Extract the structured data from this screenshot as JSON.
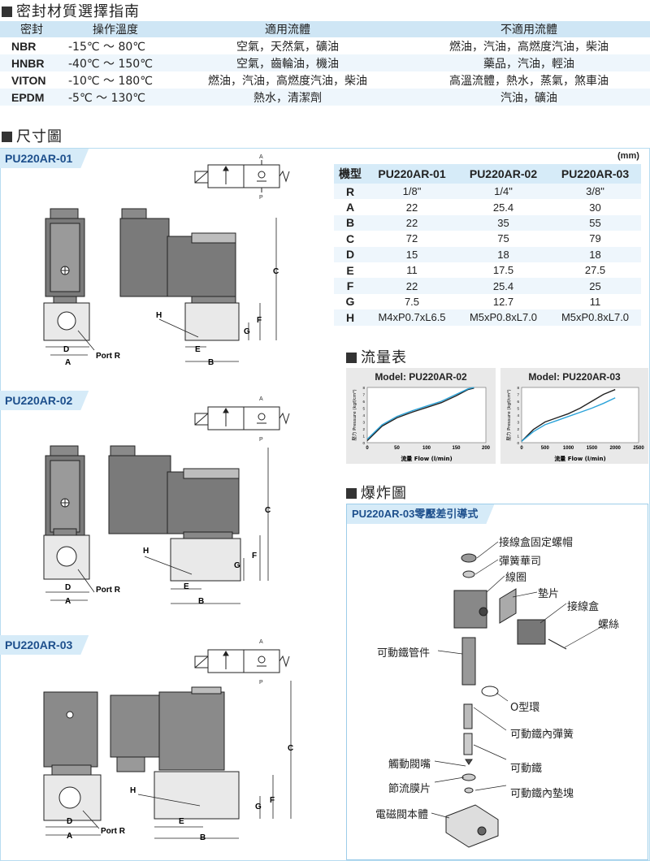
{
  "seal_section": {
    "title": "密封材質選擇指南",
    "headers": [
      "密封",
      "操作溫度",
      "適用流體",
      "不適用流體"
    ],
    "rows": [
      {
        "material": "NBR",
        "temp": "-15℃ ～ 80℃",
        "suitable": "空氣，天然氣，礦油",
        "unsuitable": "燃油，汽油，高燃度汽油，柴油"
      },
      {
        "material": "HNBR",
        "temp": "-40℃ ～ 150℃",
        "suitable": "空氣，齒輪油，機油",
        "unsuitable": "藥品，汽油，輕油"
      },
      {
        "material": "VITON",
        "temp": "-10℃ ～ 180℃",
        "suitable": "燃油，汽油，高燃度汽油，柴油",
        "unsuitable": "高溫流體，熱水，蒸氣，煞車油"
      },
      {
        "material": "EPDM",
        "temp": "-5℃ ～ 130℃",
        "suitable": "熱水，清潔劑",
        "unsuitable": "汽油，礦油"
      }
    ]
  },
  "dimension_section": {
    "title": "尺寸圖",
    "models": [
      "PU220AR-01",
      "PU220AR-02",
      "PU220AR-03"
    ],
    "labels": {
      "A": "A",
      "B": "B",
      "C": "C",
      "D": "D",
      "E": "E",
      "F": "F",
      "G": "G",
      "H": "H",
      "port": "Port R",
      "sym_a": "A",
      "sym_p": "P"
    }
  },
  "dim_table": {
    "unit": "(mm)",
    "headers": [
      "機型",
      "PU220AR-01",
      "PU220AR-02",
      "PU220AR-03"
    ],
    "rows": [
      {
        "k": "R",
        "v": [
          "1/8\"",
          "1/4\"",
          "3/8\""
        ]
      },
      {
        "k": "A",
        "v": [
          "22",
          "25.4",
          "30"
        ]
      },
      {
        "k": "B",
        "v": [
          "22",
          "35",
          "55"
        ]
      },
      {
        "k": "C",
        "v": [
          "72",
          "75",
          "79"
        ]
      },
      {
        "k": "D",
        "v": [
          "15",
          "18",
          "18"
        ]
      },
      {
        "k": "E",
        "v": [
          "11",
          "17.5",
          "27.5"
        ]
      },
      {
        "k": "F",
        "v": [
          "22",
          "25.4",
          "25"
        ]
      },
      {
        "k": "G",
        "v": [
          "7.5",
          "12.7",
          "11"
        ]
      },
      {
        "k": "H",
        "v": [
          "M4xP0.7xL6.5",
          "M5xP0.8xL7.0",
          "M5xP0.8xL7.0"
        ]
      }
    ]
  },
  "flow_section": {
    "title": "流量表",
    "charts": [
      {
        "title": "Model: PU220AR-02",
        "ylabel": "壓力 Pressure (kgf/cm²)",
        "xlabel": "流量 Flow (l/min)",
        "xticks": [
          "0",
          "50",
          "100",
          "150",
          "200"
        ],
        "yticks": [
          "0",
          "1",
          "2",
          "3",
          "4",
          "5",
          "6",
          "7",
          "8"
        ]
      },
      {
        "title": "Model: PU220AR-03",
        "ylabel": "壓力 Pressure (kgf/cm²)",
        "xlabel": "流量 Flow (l/min)",
        "xticks": [
          "0",
          "500",
          "1000",
          "1500",
          "2000",
          "2500"
        ],
        "yticks": [
          "0",
          "1",
          "2",
          "3",
          "4",
          "5",
          "6",
          "7",
          "8"
        ]
      }
    ]
  },
  "chart_data": [
    {
      "type": "line",
      "title": "Model: PU220AR-02",
      "xlabel": "流量 Flow (l/min)",
      "ylabel": "壓力 Pressure (kgf/cm²)",
      "xlim": [
        0,
        200
      ],
      "ylim": [
        0,
        8
      ],
      "series": [
        {
          "color": "#222222",
          "x": [
            0,
            25,
            50,
            75,
            100,
            125,
            150,
            170,
            180
          ],
          "y": [
            0.3,
            2.4,
            3.6,
            4.4,
            5.1,
            5.8,
            6.8,
            7.7,
            7.9
          ]
        },
        {
          "color": "#2ba3d9",
          "x": [
            0,
            25,
            50,
            75,
            100,
            125,
            150,
            170,
            180
          ],
          "y": [
            0.5,
            2.6,
            3.8,
            4.6,
            5.3,
            6.0,
            7.0,
            7.8,
            8.0
          ]
        }
      ]
    },
    {
      "type": "line",
      "title": "Model: PU220AR-03",
      "xlabel": "流量 Flow (l/min)",
      "ylabel": "壓力 Pressure (kgf/cm²)",
      "xlim": [
        0,
        2500
      ],
      "ylim": [
        0,
        8
      ],
      "series": [
        {
          "color": "#222222",
          "x": [
            0,
            250,
            500,
            750,
            1000,
            1250,
            1500,
            1750,
            2000
          ],
          "y": [
            0.2,
            1.9,
            3.0,
            3.6,
            4.2,
            5.0,
            6.0,
            7.0,
            7.7
          ]
        },
        {
          "color": "#2ba3d9",
          "x": [
            0,
            250,
            500,
            750,
            1000,
            1250,
            1500,
            1750,
            2000
          ],
          "y": [
            0.2,
            1.6,
            2.6,
            3.2,
            3.8,
            4.4,
            5.0,
            5.7,
            6.5
          ]
        }
      ]
    }
  ],
  "explode_section": {
    "title": "爆炸圖",
    "subtitle": "PU220AR-03零壓差引導式",
    "parts": [
      "接線盒固定螺帽",
      "彈簧華司",
      "線圈",
      "墊片",
      "接線盒",
      "螺絲",
      "可動鐵管件",
      "O型環",
      "可動鐵內彈簧",
      "觸動閥嘴",
      "可動鐵",
      "節流膜片",
      "可動鐵內墊塊",
      "電磁閥本體"
    ]
  }
}
